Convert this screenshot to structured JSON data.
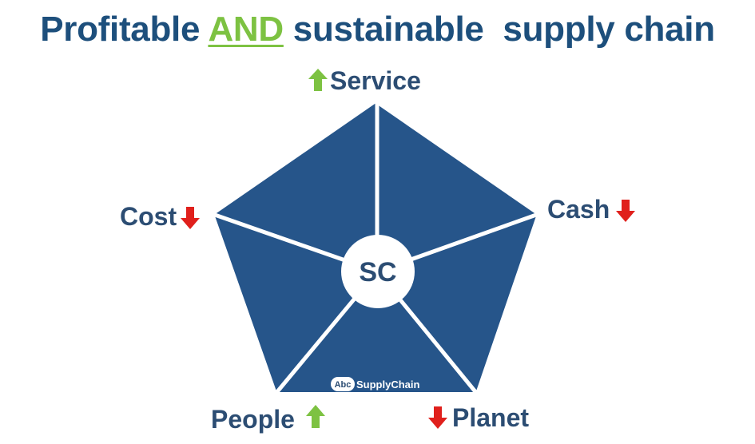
{
  "title": {
    "before": "Profitable ",
    "emphasis": "AND",
    "after": " sustainable  supply chain"
  },
  "center_label": "SC",
  "logo": {
    "abc": "Abc",
    "rest": "SupplyChain"
  },
  "dimensions": [
    {
      "label": "Service",
      "trend": "up"
    },
    {
      "label": "Cash",
      "trend": "down"
    },
    {
      "label": "Planet",
      "trend": "down"
    },
    {
      "label": "People",
      "trend": "up"
    },
    {
      "label": "Cost",
      "trend": "down"
    }
  ],
  "colors": {
    "title": "#1d4f7c",
    "emphasis": "#7dc242",
    "pentagon": "#26558a",
    "label": "#2c4d73",
    "arrow_up": "#7dc242",
    "arrow_down": "#e0201c"
  }
}
